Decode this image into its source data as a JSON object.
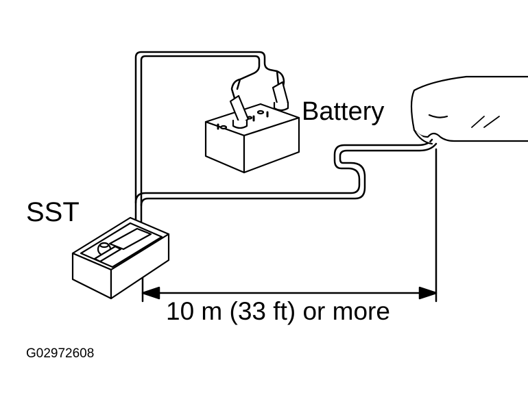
{
  "labels": {
    "battery": "Battery",
    "sst": "SST",
    "distance": "10 m (33 ft) or more",
    "figure_code": "G02972608"
  },
  "colors": {
    "line": "#000000",
    "background": "#ffffff"
  }
}
